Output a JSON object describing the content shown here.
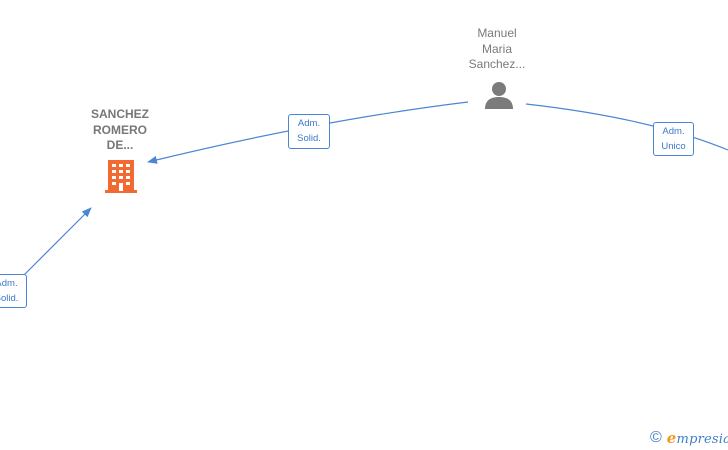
{
  "nodes": {
    "person": {
      "name_lines": [
        "Manuel",
        "Maria",
        "Sanchez..."
      ],
      "icon": "person-icon"
    },
    "company": {
      "name_lines": [
        "SANCHEZ",
        "ROMERO",
        "DE..."
      ],
      "icon": "building-icon"
    }
  },
  "edges": {
    "person_to_company": {
      "label_lines": [
        "Adm.",
        "Solid."
      ]
    },
    "offscreen_right": {
      "label_lines": [
        "Adm.",
        "Unico"
      ]
    },
    "offscreen_left": {
      "label_lines": [
        "Adm.",
        "Solid."
      ]
    }
  },
  "colors": {
    "edge": "#4a86d3",
    "company_icon": "#f26a32",
    "person_icon": "#7b7b7b"
  },
  "brand": {
    "copyright": "©",
    "first_letter": "e",
    "rest": "mpresia"
  }
}
